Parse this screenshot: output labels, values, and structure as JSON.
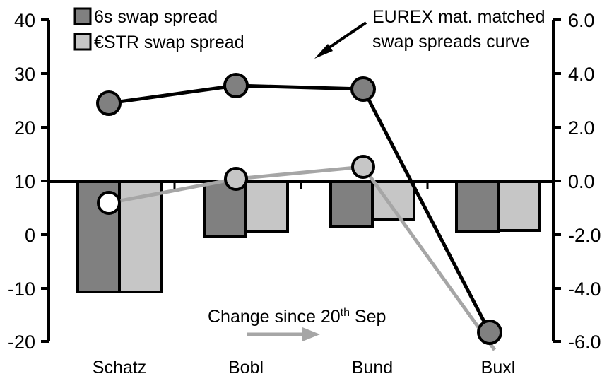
{
  "chart_data": {
    "type": "bar",
    "title": "",
    "subtitle": "",
    "categories": [
      "Schatz",
      "Bobl",
      "Bund",
      "Buxl"
    ],
    "xlabel": "",
    "ylabel": "",
    "ylim": [
      -20,
      40
    ],
    "y2lim": [
      -6.0,
      6.0
    ],
    "grid": false,
    "legend_position": "top-left",
    "left_axis": {
      "ticks": [
        "40",
        "30",
        "20",
        "10",
        "0",
        "-10",
        "-20"
      ],
      "values": [
        40,
        30,
        20,
        10,
        0,
        -10,
        -20
      ]
    },
    "right_axis": {
      "ticks": [
        "6.0",
        "4.0",
        "2.0",
        "0.0",
        "-2.0",
        "-4.0",
        "-6.0"
      ],
      "values": [
        6.0,
        4.0,
        2.0,
        0.0,
        -2.0,
        -4.0,
        -6.0
      ]
    },
    "series": [
      {
        "name": "6s swap spread",
        "type": "bar",
        "axis": "right",
        "color": "#808080",
        "values": [
          -4.0,
          -2.0,
          -1.65,
          -1.85
        ]
      },
      {
        "name": "€STR swap spread",
        "type": "bar",
        "axis": "right",
        "color": "#c6c6c6",
        "values": [
          -4.0,
          -1.85,
          -1.4,
          -1.8
        ]
      },
      {
        "name": "EUREX mat. matched swap spreads curve",
        "type": "line",
        "axis": "left",
        "color": "#000000",
        "marker_fill": "#808080",
        "values": [
          24.6,
          28.0,
          27.3,
          -18.0
        ]
      },
      {
        "name": "Change since 20th Sep",
        "type": "line",
        "axis": "left",
        "color": "#a6a6a6",
        "marker_fill": "#c6c6c6",
        "values": [
          6.0,
          10.5,
          12.7,
          -20.5
        ]
      }
    ],
    "annotations": [
      {
        "id": "curve-callout",
        "line1": "EUREX mat. matched",
        "line2": "swap spreads curve",
        "arrow": "down-left"
      },
      {
        "id": "change-callout",
        "text_before": "Change since 20",
        "text_sup": "th",
        "text_after": " Sep",
        "arrow": "right"
      }
    ]
  },
  "legend": {
    "items": [
      {
        "label": "6s swap spread",
        "swatch": "#808080"
      },
      {
        "label": "€STR swap spread",
        "swatch": "#c6c6c6"
      }
    ]
  },
  "annotation_curve": {
    "line1": "EUREX mat. matched",
    "line2": "swap spreads curve"
  },
  "annotation_change": {
    "before": "Change since 20",
    "sup": "th",
    "after": " Sep"
  },
  "axis_left": {
    "t0": "40",
    "t1": "30",
    "t2": "20",
    "t3": "10",
    "t4": "0",
    "t5": "-10",
    "t6": "-20"
  },
  "axis_right": {
    "t0": "6.0",
    "t1": "4.0",
    "t2": "2.0",
    "t3": "0.0",
    "t4": "-2.0",
    "t5": "-4.0",
    "t6": "-6.0"
  },
  "categories": {
    "c0": "Schatz",
    "c1": "Bobl",
    "c2": "Bund",
    "c3": "Buxl"
  },
  "colors": {
    "bar_dark": "#808080",
    "bar_light": "#c6c6c6",
    "line_black": "#000000",
    "line_grey": "#a6a6a6",
    "axis": "#000000"
  }
}
